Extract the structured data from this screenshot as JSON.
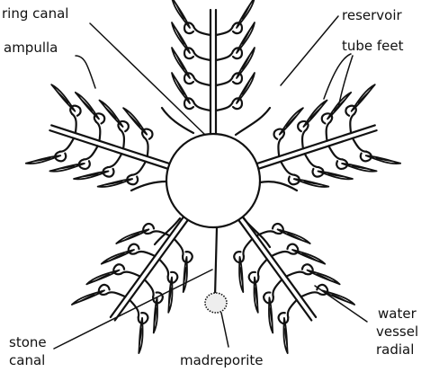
{
  "labels": {
    "ring_canal": "ring canal",
    "reservoir": "reservoir",
    "ampulla": "ampulla",
    "tube_feet": "tube feet",
    "water": "water",
    "vessel": "vessel",
    "radial": "radial",
    "stone": "stone",
    "canal": "canal",
    "madreporite": "madreporite"
  }
}
